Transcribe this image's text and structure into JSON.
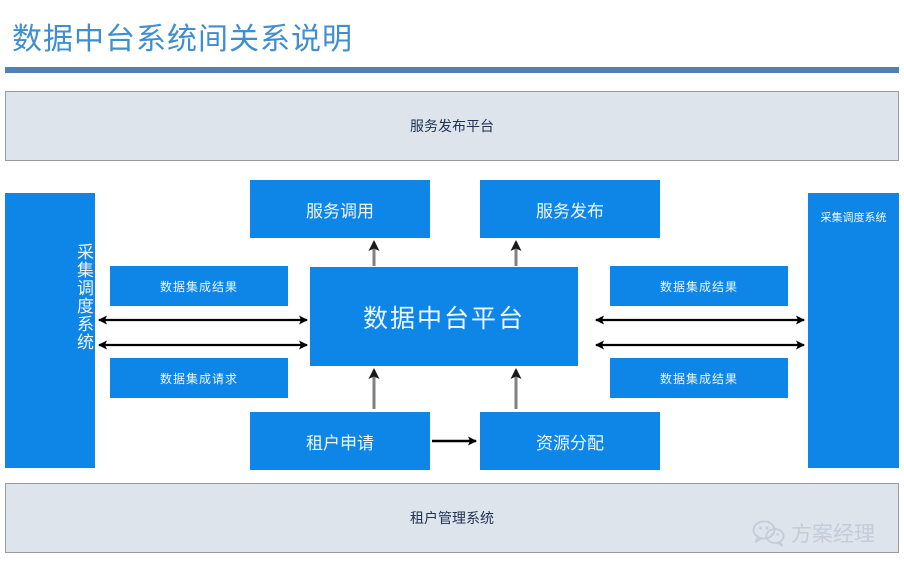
{
  "slide": {
    "title": "数据中台系统间关系说明",
    "accent_color": "#4e82b4",
    "title_color": "#3f8ed0",
    "box_color": "#0d86e8",
    "band_color": "#dde4ec"
  },
  "bands": {
    "top_label": "服务发布平台",
    "bottom_label": "租户管理系统"
  },
  "columns": {
    "left_label": "采集调度系统",
    "right_label": "采集调度系统"
  },
  "boxes": {
    "service_call": "服务调用",
    "service_publish": "服务发布",
    "center_platform": "数据中台平台",
    "tenant_request": "租户申请",
    "resource_allocation": "资源分配"
  },
  "labels": {
    "left_top": "数据集成结果",
    "left_bottom": "数据集成请求",
    "right_top": "数据集成结果",
    "right_bottom": "数据集成结果"
  },
  "watermark": {
    "text": "方案经理",
    "icon": "wechat-icon",
    "color": "#c3ccd9"
  }
}
